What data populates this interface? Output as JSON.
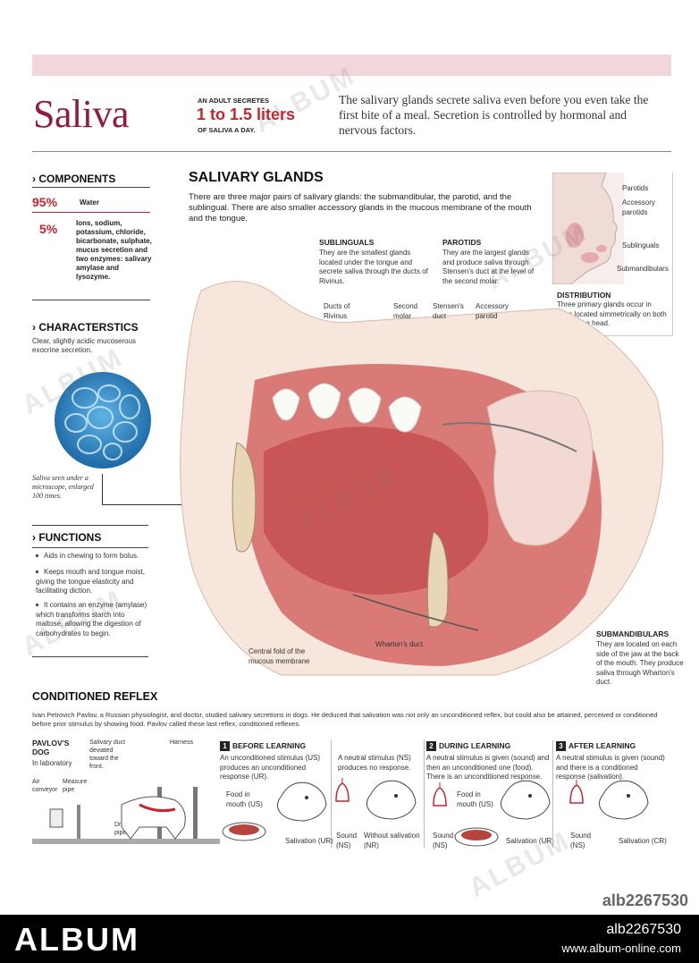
{
  "header": {
    "title": "Saliva",
    "stat_pre": "AN ADULT SECRETES",
    "stat_value": "1 to 1.5 liters",
    "stat_post": "OF SALIVA A DAY.",
    "intro": "The salivary glands secrete saliva even before you even take the first bite of a meal. Secretion is controlled by hormonal and nervous factors."
  },
  "components": {
    "title": "COMPONENTS",
    "items": [
      {
        "pct": "95%",
        "text": "Water"
      },
      {
        "pct": "5%",
        "text": "Ions, sodium, potassium, chloride, bicarbonate, sulphate, mucus secretion and two enzymes: salivary amylase and lysozyme."
      }
    ]
  },
  "characteristics": {
    "title": "CHARACTERSTICS",
    "text": "Clear, slightly acidic mucoserous exocrine secretion.",
    "caption": "Saliva seen under a microscope, enlarged 100 times."
  },
  "functions": {
    "title": "FUNCTIONS",
    "items": [
      "Aids in chewing to form bolus.",
      "Keeps mouth and tongue moist, giving the tongue elasticity and facilitating diction.",
      "It contains an enzyme (amylase) which transforms  starch into maltose, allowing the digestion of carbohydrates to begin."
    ]
  },
  "glands": {
    "title": "SALIVARY GLANDS",
    "text": "There are three major pairs of salivary glands: the submandibular, the parotid, and the sublingual. There are also smaller accessory  glands in the mucous membrane of the mouth and the tongue.",
    "sublinguals_title": "SUBLINGUALS",
    "sublinguals_text": "They are the smallest glands located under the tongue and secrete saliva through the ducts of Rivinus.",
    "parotids_title": "PAROTIDS",
    "parotids_text": "They are the largest glands and produce saliva through Stensen's duct at the level of the second molar.",
    "submandibulars_title": "SUBMANDIBULARS",
    "submandibulars_text": "They are located on each side of the jaw at the back of the mouth. They produce saliva through Wharton's duct.",
    "labels": {
      "rivinus": "Ducts of Rivinus",
      "molar": "Second molar",
      "stensen": "Stensen's duct",
      "accessory": "Accessory parotid",
      "wharton": "Wharton's duct",
      "central_fold": "Central fold of the mucous membrane"
    }
  },
  "distribution": {
    "labels": [
      "Parotids",
      "Accessory parotids",
      "Sublinguals",
      "Submandibulars"
    ],
    "title": "DISTRIBUTION",
    "text": "Three primary glands occur in pairs located simmetrically on both side of the head."
  },
  "reflex": {
    "title": "CONDITIONED REFLEX",
    "text": "Ivan Petrovich Pavlov, a Russian physiologist, and doctor, studied salivary secretions in dogs. He deduced that salivation was not only an unconditioned reflex, but could also be attained, perceived or conditioned before prior stimulus by showing food. Pavlov called these last reflex, conditioned reflexes.",
    "pavlov_title": "PAVLOV'S DOG",
    "pavlov_sub": "In laboratory",
    "pavlov_labels": {
      "air": "Air conveyor",
      "measure": "Measure pipe",
      "duct": "Salivary duct deviated toward the front.",
      "harness": "Harness",
      "drain": "Draining pipe"
    },
    "steps": [
      {
        "num": "1",
        "title": "BEFORE LEARNING",
        "text": "An unconditioned stimulus (US) produces an unconditioned response (UR).",
        "food": "Food in mouth (US)",
        "resp": "Salivation (UR)"
      },
      {
        "num": "",
        "title": "",
        "text": "A neutral stimulus (NS) produces no response.",
        "food": "Sound (NS)",
        "resp": "Without salivation (NR)"
      },
      {
        "num": "2",
        "title": "DURING LEARNING",
        "text": "A neutral stimulus is given (sound) and then an unconditioned one (food). There is an unconditioned response.",
        "food": "Food in mouth (US)",
        "sound": "Sound (NS)",
        "resp": "Salivation (UR)"
      },
      {
        "num": "3",
        "title": "AFTER LEARNING",
        "text": "A neutral stimulus is given (sound) and there is a conditioned response (salivation).",
        "food": "Sound (NS)",
        "resp": "Salivation (CR)"
      }
    ]
  },
  "footer": {
    "brand": "ALBUM",
    "code": "alb2267530",
    "url": "www.album-online.com",
    "watermark_code": "alb2267530",
    "watermark": "ALBUM"
  },
  "colors": {
    "accent": "#c6262e",
    "title": "#8f1d3d",
    "bar": "#f1d7dc"
  }
}
